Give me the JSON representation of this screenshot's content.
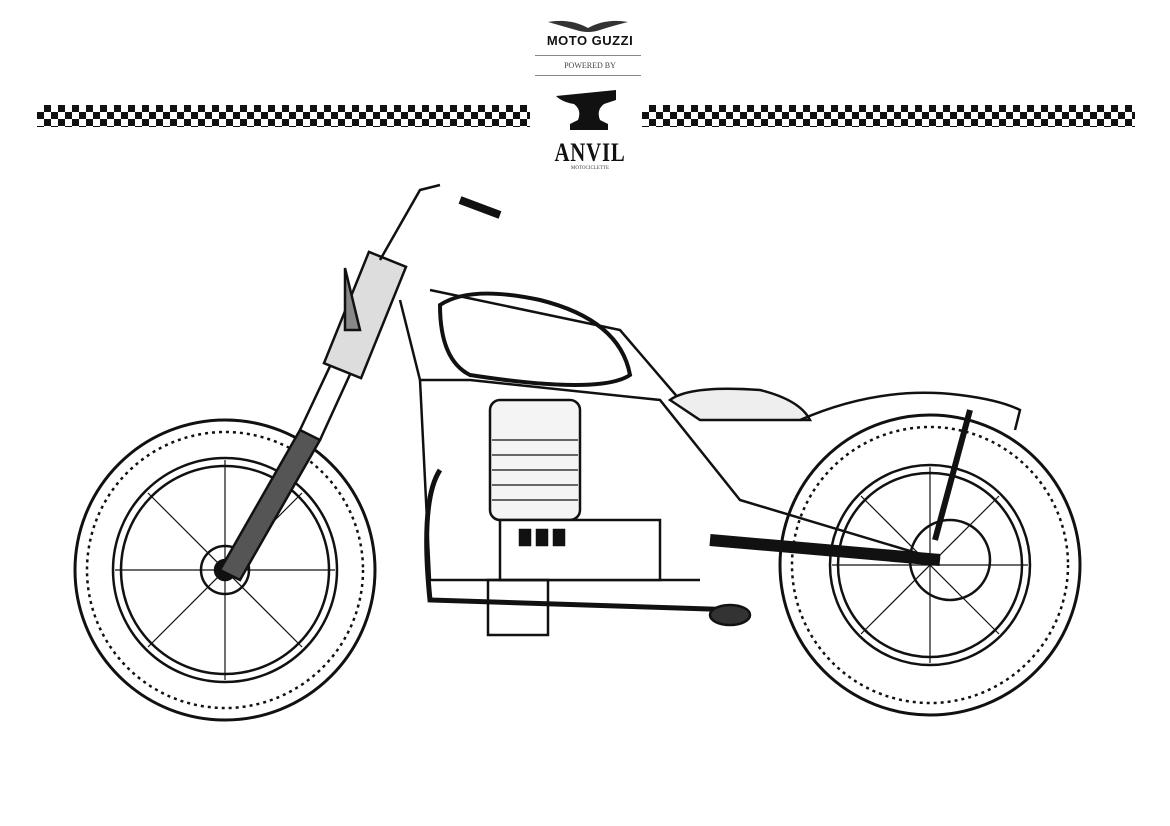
{
  "header": {
    "brand": "MOTO GUZZI",
    "powered_by": "POWERED BY",
    "builder": "ANVIL",
    "builder_sub": "MOTOCICLETTE"
  },
  "icons": [
    "eagle-logo-icon",
    "anvil-logo-icon",
    "motorcycle-sketch"
  ],
  "colors": {
    "ink": "#111111",
    "paper": "#ffffff"
  }
}
